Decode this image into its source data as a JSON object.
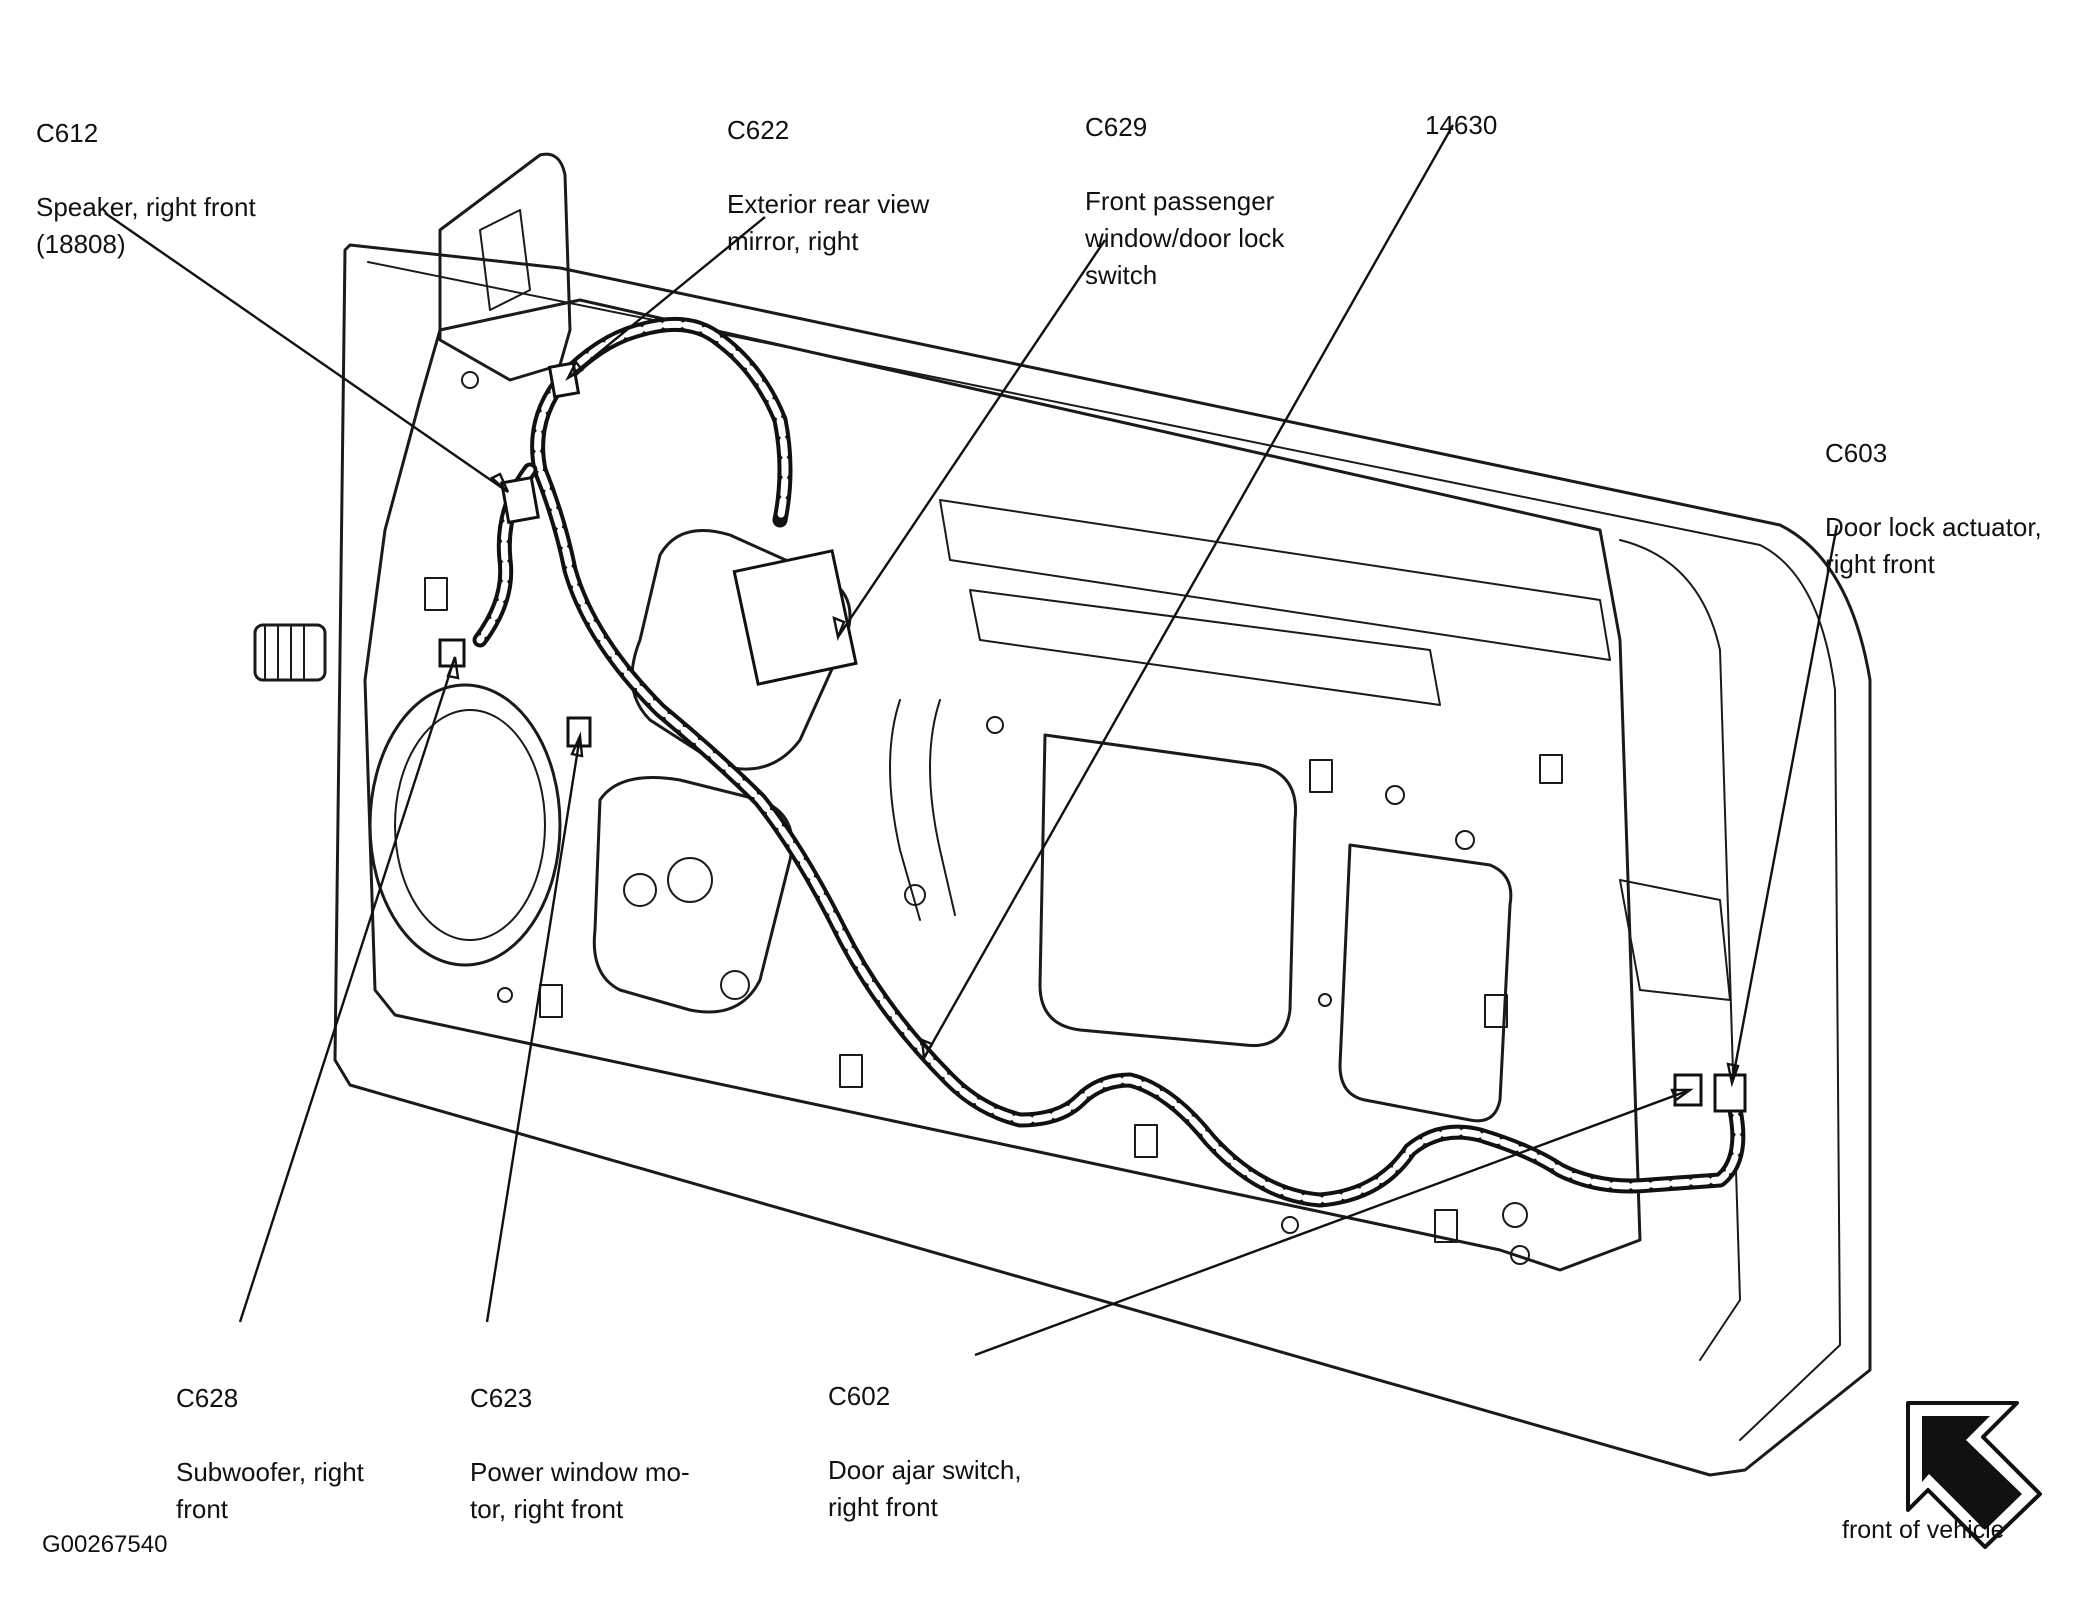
{
  "figure_id": "G00267540",
  "direction_label": "front of vehicle",
  "callouts": {
    "c612": {
      "code": "C612",
      "desc": "Speaker, right front\n(18808)"
    },
    "c622": {
      "code": "C622",
      "desc": "Exterior rear view\nmirror, right"
    },
    "c629": {
      "code": "C629",
      "desc": "Front passenger\nwindow/door lock\nswitch"
    },
    "h14630": {
      "code": "14630",
      "desc": ""
    },
    "c603": {
      "code": "C603",
      "desc": "Door lock actuator,\nright front"
    },
    "c628": {
      "code": "C628",
      "desc": "Subwoofer, right\nfront"
    },
    "c623": {
      "code": "C623",
      "desc": "Power window mo-\ntor, right front"
    },
    "c602": {
      "code": "C602",
      "desc": "Door ajar switch,\nright front"
    }
  }
}
